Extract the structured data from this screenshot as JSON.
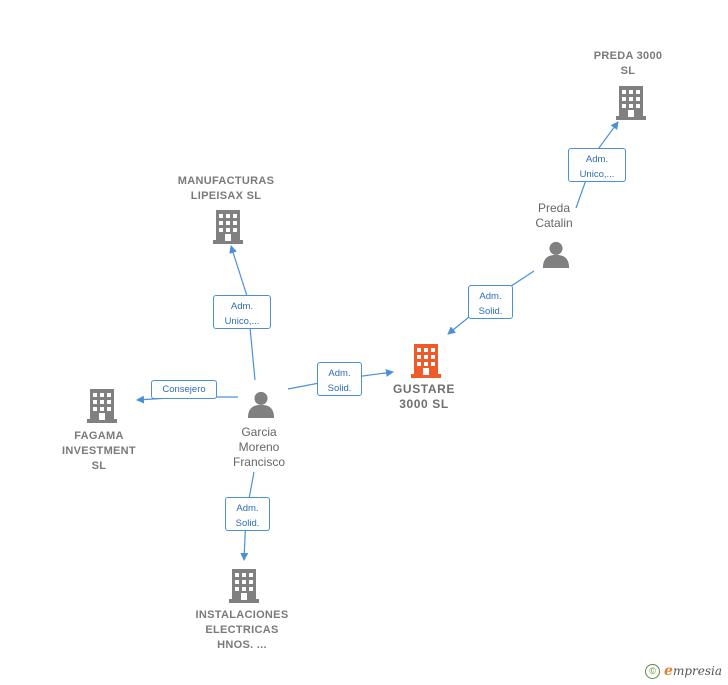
{
  "nodes": {
    "preda3000": {
      "label": "PREDA 3000\nSL"
    },
    "manufacturas": {
      "label": "MANUFACTURAS\nLIPEISAX SL"
    },
    "predaCatalin": {
      "label": "Preda\nCatalin"
    },
    "gustare": {
      "label": "GUSTARE\n3000  SL"
    },
    "fagama": {
      "label": "FAGAMA\nINVESTMENT\nSL"
    },
    "garcia": {
      "label": "Garcia\nMoreno\nFrancisco"
    },
    "instalaciones": {
      "label": "INSTALACIONES\nELECTRICAS\nHNOS. ..."
    }
  },
  "edges": {
    "catalin_preda3000": "Adm.\nUnico,...",
    "garcia_manufacturas": "Adm.\nUnico,...",
    "catalin_gustare": "Adm.\nSolid.",
    "garcia_gustare": "Adm.\nSolid.",
    "garcia_fagama": "Consejero",
    "garcia_instalaciones": "Adm.\nSolid."
  },
  "colors": {
    "edge": "#4a90d9",
    "building": "#808080",
    "focus_building": "#f05a28",
    "person": "#808080"
  },
  "footer": {
    "copyright_symbol": "©",
    "brand_initial": "e",
    "brand_rest": "mpresia"
  }
}
